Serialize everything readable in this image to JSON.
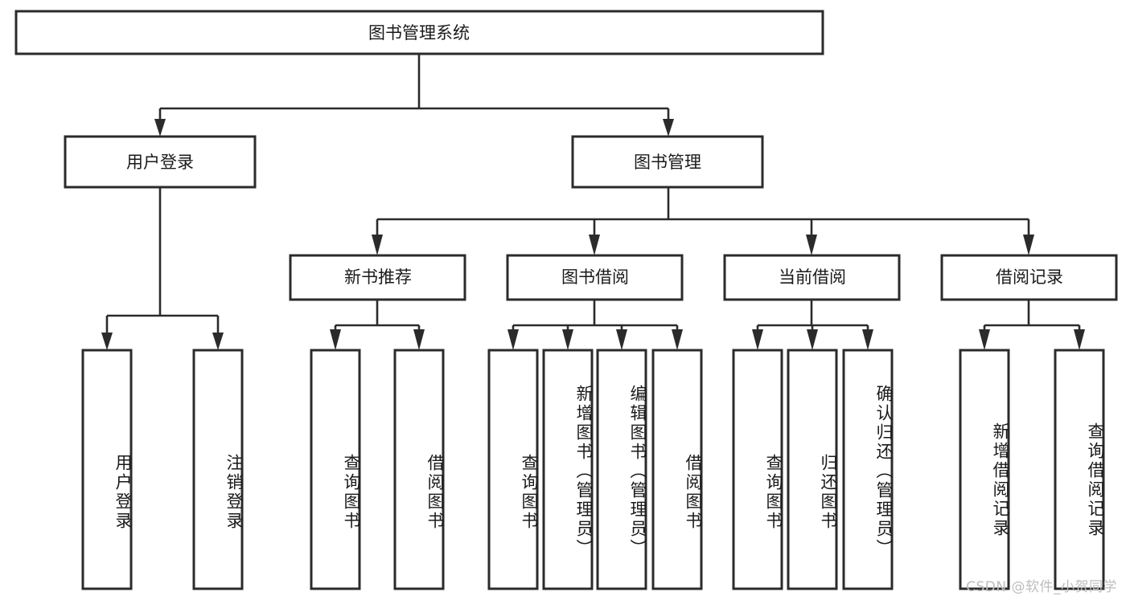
{
  "diagram": {
    "type": "tree",
    "title": "图书管理系统",
    "orientation": "top-down",
    "colors": {
      "box_stroke": "#2b2b2b",
      "box_fill": "#ffffff",
      "connector": "#2b2b2b",
      "text": "#1a1a1a",
      "watermark": "#bdbdbd",
      "background": "#ffffff"
    },
    "root": {
      "label": "图书管理系统"
    },
    "level2": [
      {
        "label": "用户登录"
      },
      {
        "label": "图书管理"
      }
    ],
    "level3": [
      {
        "label": "新书推荐"
      },
      {
        "label": "图书借阅"
      },
      {
        "label": "当前借阅"
      },
      {
        "label": "借阅记录"
      }
    ],
    "leaves": {
      "user_login": [
        {
          "label": "用户登录"
        },
        {
          "label": "注销登录"
        }
      ],
      "new_book": [
        {
          "label": "查询图书"
        },
        {
          "label": "借阅图书"
        }
      ],
      "book_borrow": [
        {
          "label": "查询图书"
        },
        {
          "label": "新增图书（管理员）"
        },
        {
          "label": "编辑图书（管理员）"
        },
        {
          "label": "借阅图书"
        }
      ],
      "current_borrow": [
        {
          "label": "查询图书"
        },
        {
          "label": "归还图书"
        },
        {
          "label": "确认归还（管理员）"
        }
      ],
      "borrow_record": [
        {
          "label": "新增借阅记录"
        },
        {
          "label": "查询借阅记录"
        }
      ]
    }
  },
  "watermark": {
    "text": "CSDN @软件_小贺同学"
  }
}
